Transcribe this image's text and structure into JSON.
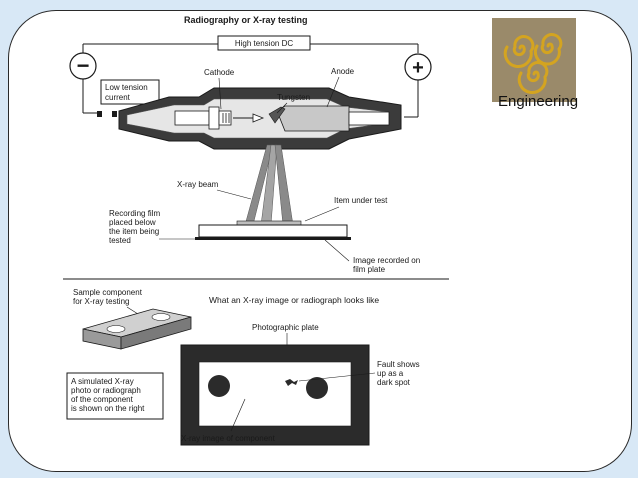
{
  "slide": {
    "logo_label": "Engineering",
    "colors": {
      "logo_bg": "#9a8a6a",
      "logo_spiral": "#d4a420",
      "page_bg": "#d8e8f6"
    }
  },
  "top_diagram": {
    "title": "Radiography or X-ray testing",
    "high_tension": "High tension DC",
    "minus_symbol": "−",
    "plus_symbol": "+",
    "low_tension": [
      "Low tension",
      "current"
    ],
    "cathode": "Cathode",
    "anode": "Anode",
    "tungsten": "Tungsten",
    "xray_beam": "X-ray beam",
    "item_under_test": "Item under test",
    "recording_film": [
      "Recording film",
      "placed below",
      "the item being",
      "tested"
    ],
    "image_recorded": [
      "Image recorded on",
      "film plate"
    ]
  },
  "bottom_diagram": {
    "sample_component": [
      "Sample component",
      "for X-ray testing"
    ],
    "xray_image_heading": "What an X-ray image or radiograph looks like",
    "photographic_plate": "Photographic plate",
    "fault_note": [
      "Fault shows",
      "up as a",
      "dark spot"
    ],
    "simulated_box": [
      "A simulated X-ray",
      "photo or radiograph",
      "of the component",
      "is shown on the right"
    ],
    "xray_image_caption": "X-ray image of component"
  }
}
